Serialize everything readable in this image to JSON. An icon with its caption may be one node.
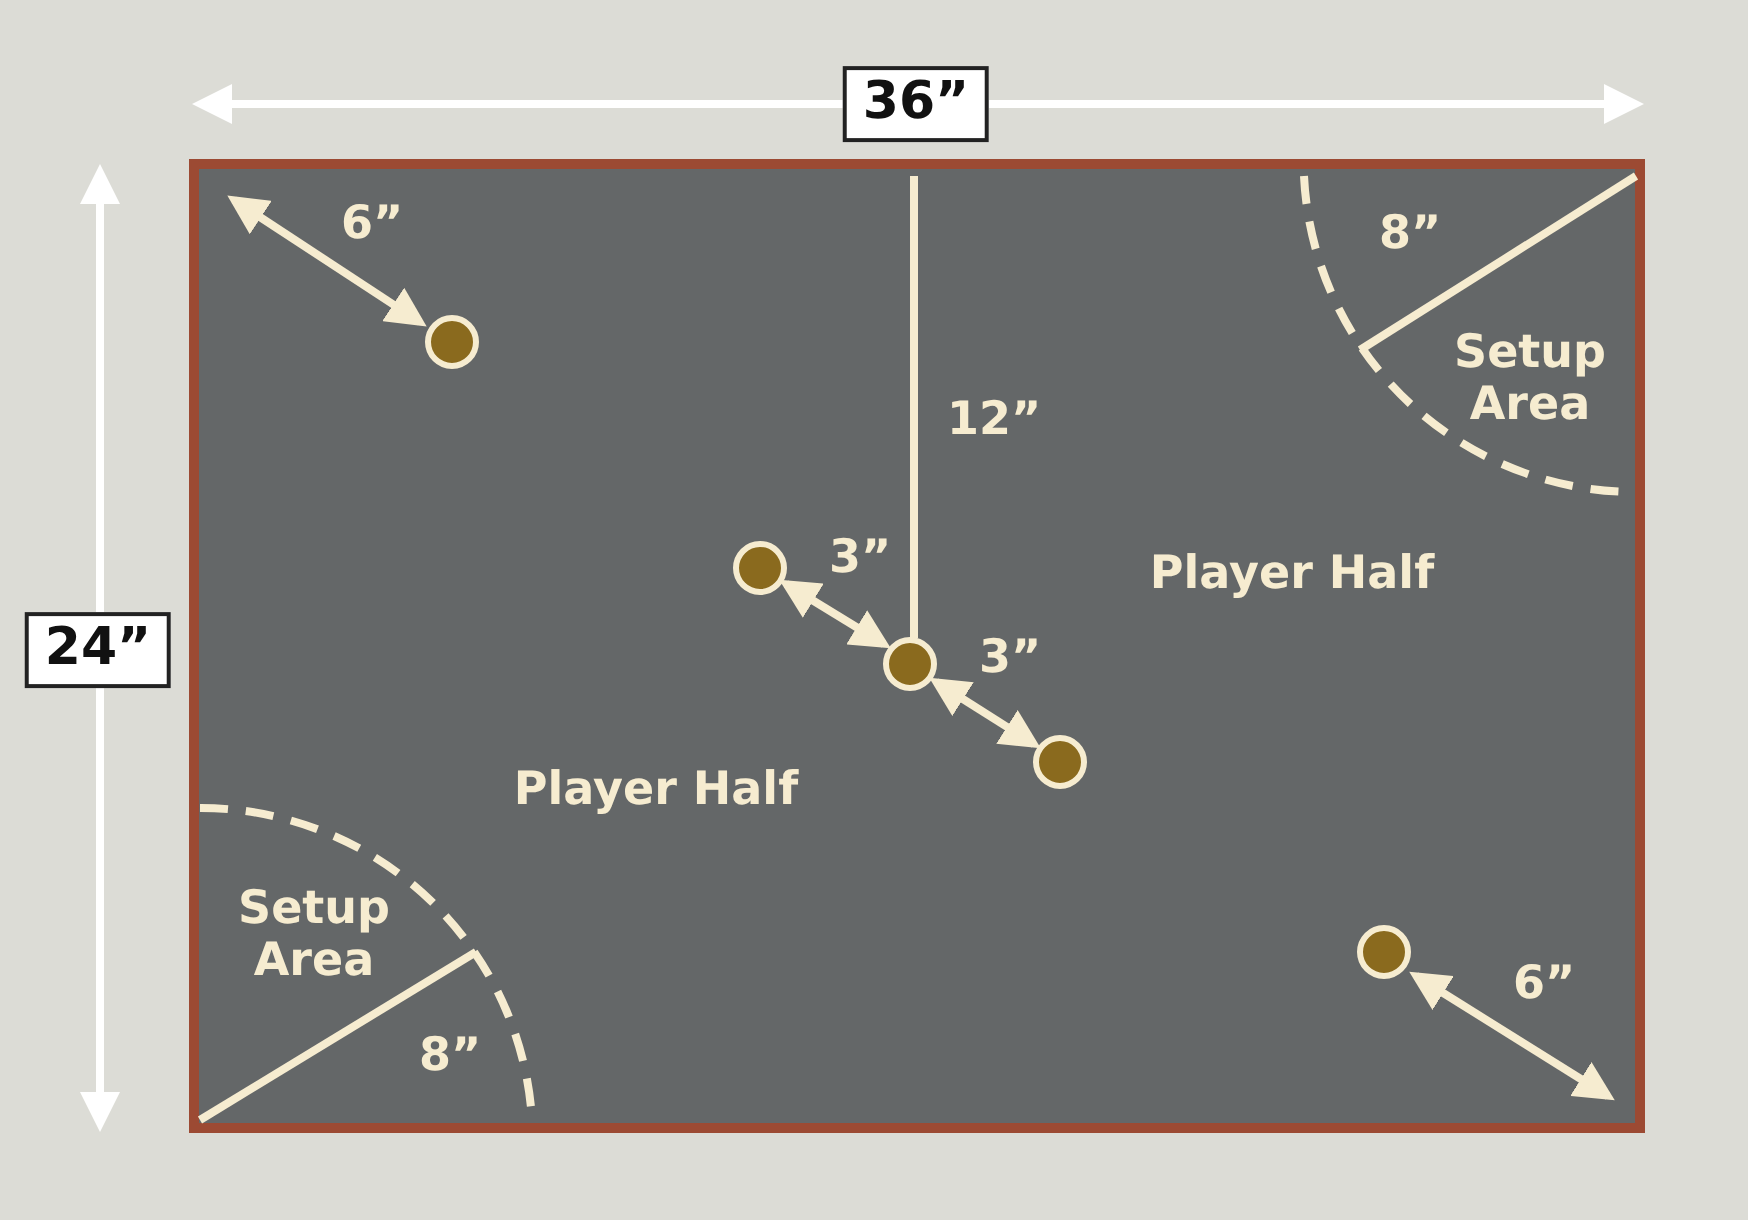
{
  "diagram": {
    "labels": [
      "36”",
      "6”",
      "8”",
      "Setup Area",
      "12”",
      "3”",
      "Player Half",
      "24”",
      "3”",
      "Player Half",
      "Setup Area",
      "6”",
      "8”"
    ]
  }
}
